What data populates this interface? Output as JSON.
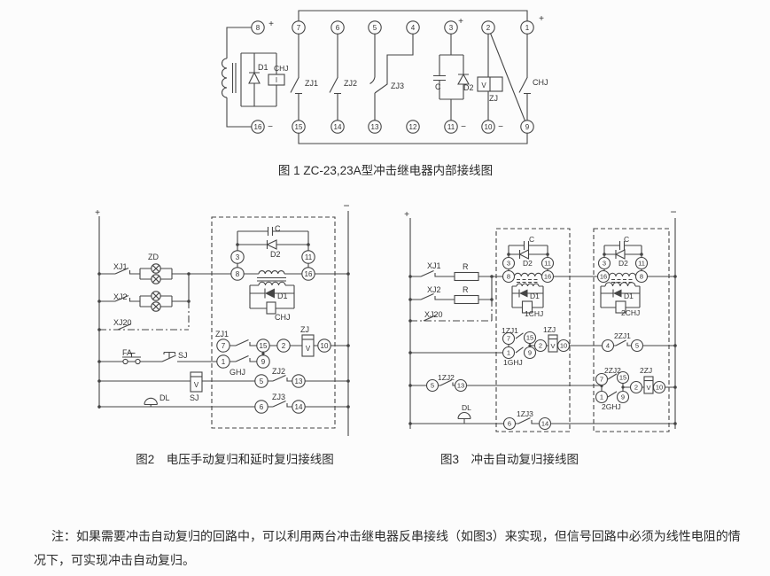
{
  "figure1": {
    "caption": "图 1 ZC-23,23A型冲击继电器内部接线图",
    "terminals_top": [
      "8",
      "7",
      "6",
      "5",
      "4",
      "3",
      "2",
      "1"
    ],
    "terminals_bottom": [
      "16",
      "15",
      "14",
      "13",
      "12",
      "11",
      "10",
      "9"
    ],
    "plus": "+",
    "minus": "−",
    "labels": {
      "d1": "D1",
      "chj_coil": "CHJ",
      "current": "I",
      "zj1": "ZJ1",
      "zj2": "ZJ2",
      "zj3": "ZJ3",
      "c": "C",
      "d2": "D2",
      "v": "V",
      "zj": "ZJ",
      "chj_contact": "CHJ"
    }
  },
  "figure2": {
    "caption": "图2　电压手动复归和延时复归接线图",
    "plus": "+",
    "minus": "−",
    "terminals": {
      "t1": "1",
      "t2": "2",
      "t3": "3",
      "t5": "5",
      "t6": "6",
      "t7": "7",
      "t8": "8",
      "t9": "9",
      "t10": "10",
      "t11": "11",
      "t13": "13",
      "t14": "14",
      "t15": "15",
      "t16": "16"
    },
    "labels": {
      "xj1": "XJ1",
      "xj2": "XJ2",
      "xj20": "XJ20",
      "zd": "ZD",
      "fa": "FA",
      "sj": "SJ",
      "dl": "DL",
      "ghj": "GHJ",
      "zj1": "ZJ1",
      "zj2": "ZJ2",
      "zj3": "ZJ3",
      "zj": "ZJ",
      "v": "V",
      "c": "C",
      "d1": "D1",
      "d2": "D2",
      "chj": "CHJ"
    }
  },
  "figure3": {
    "caption": "图3　冲击自动复归接线图",
    "plus": "+",
    "minus": "−",
    "terminals": {
      "t1": "1",
      "t2": "2",
      "t3": "3",
      "t4": "4",
      "t5": "5",
      "t6": "6",
      "t7": "7",
      "t8": "8",
      "t9": "9",
      "t10": "10",
      "t11": "11",
      "t13": "13",
      "t14": "14",
      "t15": "15",
      "t16": "16"
    },
    "labels": {
      "xj1": "XJ1",
      "xj2": "XJ2",
      "xj20": "XJ20",
      "r": "R",
      "dl": "DL",
      "c": "C",
      "d1": "D1",
      "d2": "D2",
      "chj1": "1CHJ",
      "chj2": "2CHJ",
      "zj1_1": "1ZJ1",
      "ghj1": "1GHJ",
      "zj_1": "1ZJ",
      "zj2_1": "1ZJ2",
      "zj3_1": "1ZJ3",
      "zj1_2": "2ZJ1",
      "zj2_2": "2ZJ2",
      "ghj2": "2GHJ",
      "zj_2": "2ZJ",
      "v": "V"
    }
  },
  "note": {
    "line1": "注：如果需要冲击自动复归的回路中，可以利用两台冲击继电器反串接线（如图3）来实现，但信号回路中必须为线性电阻的情",
    "line2": "况下，可实现冲击自动复归。"
  }
}
